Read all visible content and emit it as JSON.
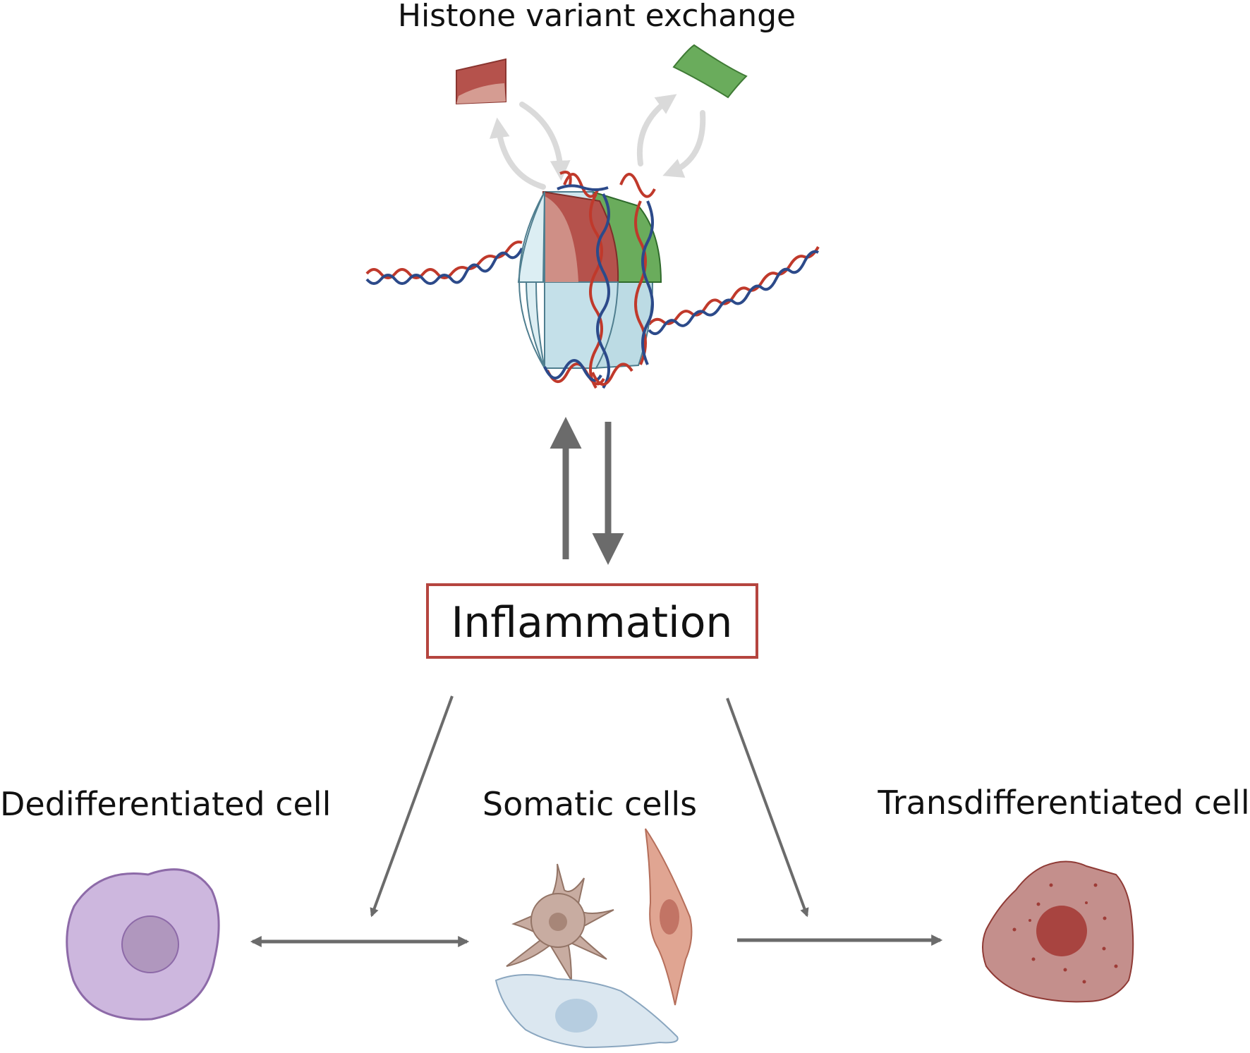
{
  "title": "Histone variant exchange",
  "center_box": {
    "label": "Inflammation",
    "border_color": "#b5453f"
  },
  "cells": {
    "dedifferentiated": {
      "label": "Dedifferentiated cell",
      "color": "#cdb7de"
    },
    "somatic": {
      "label": "Somatic cells"
    },
    "transdifferentiated": {
      "label": "Transdifferentiated cell",
      "color": "#c48f8c"
    }
  },
  "colors": {
    "histone_variant_red": "#b5524c",
    "histone_variant_green": "#6aac5c",
    "nucleosome_core": "#c6e2ea",
    "dna_strand_red": "#c0392b",
    "dna_strand_blue": "#2c4a8a",
    "arrow": "#6b6b6b",
    "exchange_arrow": "#d9d9d9"
  }
}
